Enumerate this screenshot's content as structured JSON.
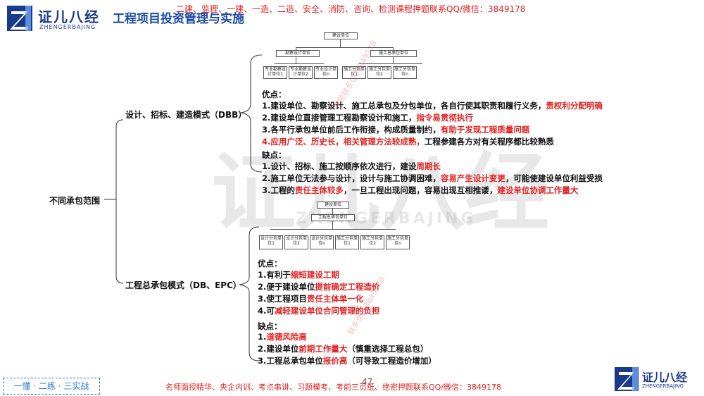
{
  "header": {
    "logo_main": "证儿八经",
    "logo_sub": "ZHENGERBAJING",
    "title": "工程项目投资管理与实施",
    "banner": "二建、监理、一建、一造、二造、安全、消防、咨询、检测课程押题联系QQ/微信：3849178"
  },
  "root": {
    "label": "不同承包范围"
  },
  "dbb": {
    "label": "设计、招标、建造模式（DBB）",
    "chart": {
      "top": "建设单位",
      "mid": [
        "勘察设计单位",
        "施工总承包单位"
      ],
      "leaves_left": [
        "专业勘察设计单位1",
        "专业勘察设计单位2",
        "专业设计单位n"
      ],
      "leaves_right": [
        "施工分包单位1",
        "施工分包单位2",
        "施工分包单位n"
      ]
    },
    "pros_title": "优点：",
    "pros": [
      {
        "text": "1.建设单位、勘察设计、施工总承包及分包单位，各自行使其职责和履行义务，",
        "red": "责权利分配明确",
        "tail": ""
      },
      {
        "text": "2.建设单位直接管理工程勘察设计和施工，",
        "red": "指令易贯彻执行",
        "tail": ""
      },
      {
        "text": "3.各平行承包单位前后工作衔接，构成质量制约，",
        "red": "有助于发现工程质量问题",
        "tail": ""
      },
      {
        "text": "",
        "red": "4.应用广泛、历史长，相关管理方法较成熟，",
        "tail": "工程参建各方对有关程序都比较熟悉"
      }
    ],
    "cons_title": "缺点：",
    "cons": [
      {
        "text": "1.设计、招标、施工按顺序依次进行，建设",
        "red": "周期长",
        "tail": ""
      },
      {
        "text": "2.施工单位无法参与设计，设计与施工协调困难，",
        "red": "容易产生设计变更",
        "tail": "，可能使建设单位利益受损"
      },
      {
        "text": "3.工程的",
        "red": "责任主体较多",
        "tail": "，一旦工程出现问题，容易出现互相推诿，",
        "red2": "建设单位协调工作量大"
      }
    ]
  },
  "db": {
    "label": "工程总承包模式（DB、EPC）",
    "chart": {
      "top": "建设单位",
      "mid": "工程总承包单位",
      "leaves": [
        "设计分包单位1",
        "设计分包单位2",
        "设计分包单位n",
        "施工分包单位1",
        "施工分包单位2",
        "施工分包单位n"
      ]
    },
    "pros_title": "优点：",
    "pros": [
      {
        "text": "1.有利于",
        "red": "缩短建设工期",
        "tail": ""
      },
      {
        "text": "2.便于建设单位",
        "red": "提前确定工程造价",
        "tail": ""
      },
      {
        "text": "3.使工程项目",
        "red": "责任主体单一化",
        "tail": ""
      },
      {
        "text": "4.可",
        "red": "减轻建设单位合同管理的负担",
        "tail": ""
      }
    ],
    "cons_title": "缺点：",
    "cons": [
      {
        "text": "1.",
        "red": "道德风险高",
        "tail": ""
      },
      {
        "text": "2.建设单位",
        "red": "前期工作量大",
        "tail": "（慎重选择工程总包）"
      },
      {
        "text": "3.工程总承包单位",
        "red": "报价高",
        "tail": "（可导致工程造价增加）"
      }
    ]
  },
  "watermarks": {
    "big_main": "证儿八经",
    "big_sub": "ZHENGERBAJING",
    "diag1": "押题联系QQ3849178",
    "diag2": "联系微信3849178"
  },
  "footer": {
    "slogan": "一懂 · 二练 · 三实战",
    "page": "47",
    "text": "名师面授精华、央企内训、考点串讲、习题模考、考前三页纸、绝密押题联系QQ/微信：3849178",
    "logo_main": "证儿八经",
    "logo_sub": "ZHENGERBAJING"
  },
  "colors": {
    "accent_blue": "#1a4aa0",
    "highlight_red": "#e02020"
  }
}
